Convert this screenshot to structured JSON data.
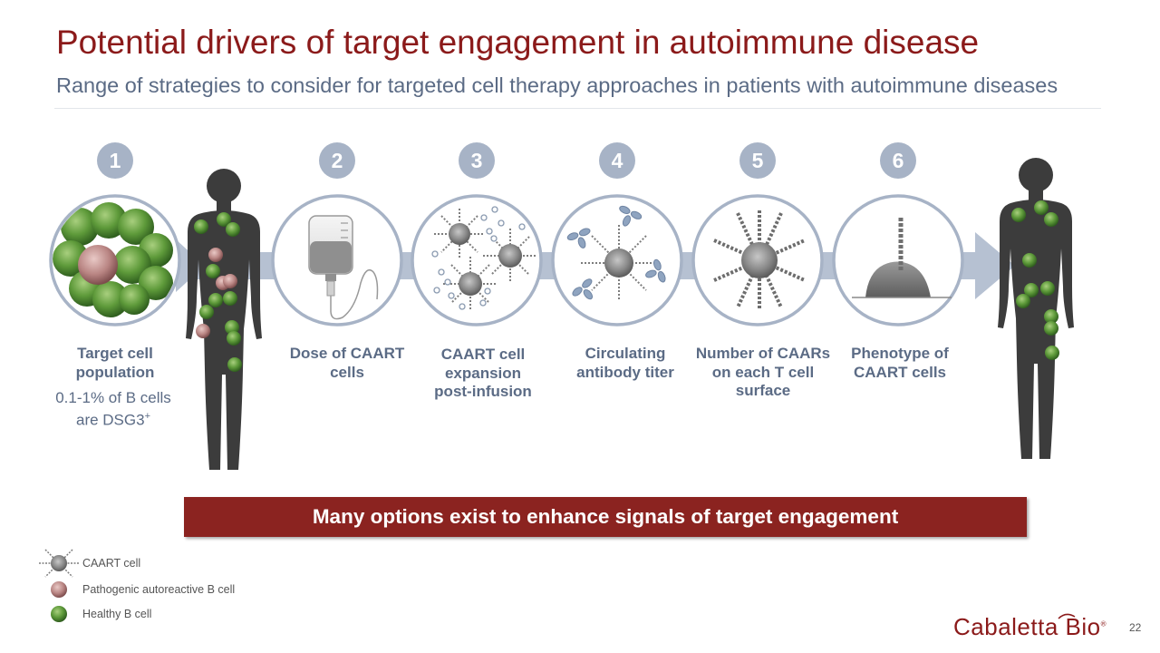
{
  "title": "Potential drivers of target engagement in autoimmune disease",
  "subtitle": "Range of strategies to consider for targeted cell therapy approaches in patients with autoimmune diseases",
  "steps": [
    {
      "number": "1",
      "label": "Target cell population",
      "note": "0.1-1% of B cells are DSG3",
      "note_sup": "+"
    },
    {
      "number": "2",
      "label": "Dose of CAART cells"
    },
    {
      "number": "3",
      "label": "CAART cell expansion post-infusion"
    },
    {
      "number": "4",
      "label": "Circulating antibody titer"
    },
    {
      "number": "5",
      "label": "Number of CAARs on each T cell surface"
    },
    {
      "number": "6",
      "label": "Phenotype of CAART cells"
    }
  ],
  "banner": "Many options exist to enhance signals of target engagement",
  "legend": [
    {
      "label": "CAART cell",
      "icon": "caart-cell-icon"
    },
    {
      "label": "Pathogenic autoreactive B cell",
      "icon": "pathogenic-b-cell-icon"
    },
    {
      "label": "Healthy B cell",
      "icon": "healthy-b-cell-icon"
    }
  ],
  "brand": "Cabaletta Bio",
  "brand_mark": "®",
  "page_number": "22",
  "colors": {
    "title": "#8b1a1a",
    "text": "#5b6b85",
    "badge": "#a7b3c6",
    "banner": "#8b2320",
    "healthy_cell": "#5e9a3a",
    "pathogenic_cell": "#b67a7a",
    "silhouette": "#3c3c3c"
  }
}
